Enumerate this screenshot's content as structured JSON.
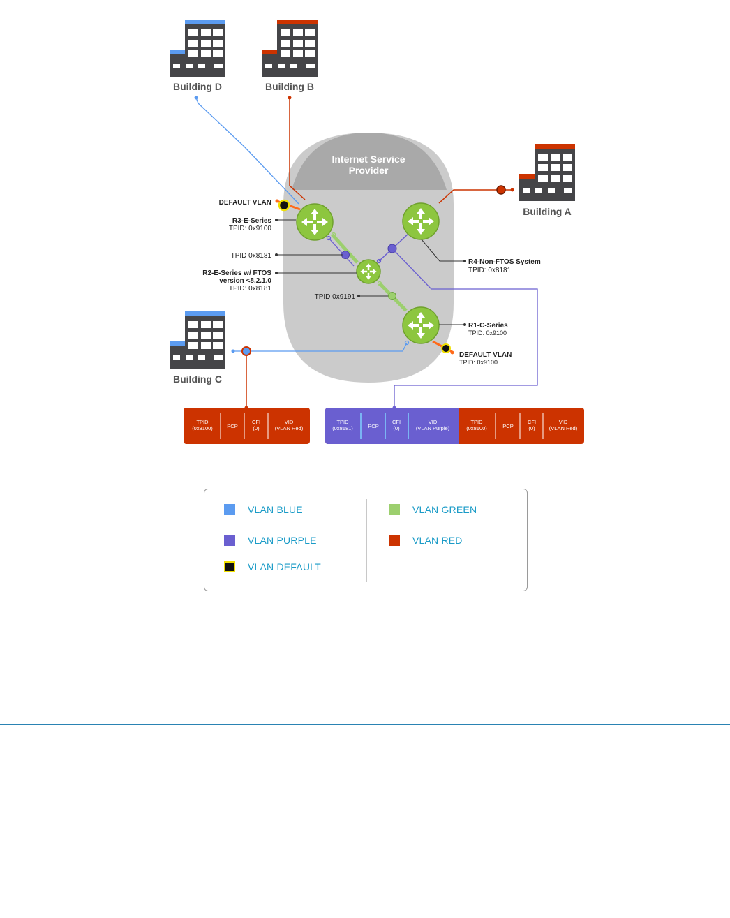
{
  "colors": {
    "blue": "#5b9bf0",
    "purple": "#6a5fd0",
    "green": "#9ccf6e",
    "red": "#cc3300",
    "default_fill": "#111111",
    "default_ring": "#f0e000",
    "building": "#454548",
    "cloud": "#cbcbcb",
    "router": "#8dc63f",
    "legend_text": "#1a9bc7"
  },
  "buildings": [
    {
      "id": "D",
      "label": "Building D",
      "roof": "blue"
    },
    {
      "id": "B",
      "label": "Building B",
      "roof": "red"
    },
    {
      "id": "A",
      "label": "Building A",
      "roof": "red"
    },
    {
      "id": "C",
      "label": "Building C",
      "roof": "blue"
    }
  ],
  "cloud": {
    "line1": "Internet Service",
    "line2": "Provider"
  },
  "routers": {
    "r3": {
      "name": "R3-E-Series",
      "tpid": "TPID: 0x9100",
      "default_vlan": "DEFAULT VLAN"
    },
    "r2": {
      "name_line1": "R2-E-Series w/ FTOS",
      "name_line2": "version <8.2.1.0",
      "tpid": "TPID: 0x8181"
    },
    "r4": {
      "name": "R4-Non-FTOS System",
      "tpid": "TPID: 0x8181"
    },
    "r1": {
      "name": "R1-C-Series",
      "tpid": "TPID: 0x9100",
      "default_vlan": "DEFAULT VLAN",
      "default_tpid": "TPID: 0x9100"
    }
  },
  "link_labels": {
    "tpid_8181": "TPID 0x8181",
    "tpid_9191": "TPID 0x9191"
  },
  "frames": {
    "left": [
      {
        "line1": "TPID",
        "line2": "(0x8100)"
      },
      {
        "line1": "PCP",
        "line2": ""
      },
      {
        "line1": "CFI",
        "line2": "(0)"
      },
      {
        "line1": "VID",
        "line2": "(VLAN Red)"
      }
    ],
    "right_purple": [
      {
        "line1": "TPID",
        "line2": "(0x8181)"
      },
      {
        "line1": "PCP",
        "line2": ""
      },
      {
        "line1": "CFI",
        "line2": "(0)"
      },
      {
        "line1": "VID",
        "line2": "(VLAN Purple)"
      }
    ],
    "right_red": [
      {
        "line1": "TPID",
        "line2": "(0x8100)"
      },
      {
        "line1": "PCP",
        "line2": ""
      },
      {
        "line1": "CFI",
        "line2": "(0)"
      },
      {
        "line1": "VID",
        "line2": "(VLAN Red)"
      }
    ]
  },
  "legend": {
    "blue": "VLAN BLUE",
    "purple": "VLAN PURPLE",
    "default": "VLAN DEFAULT",
    "green": "VLAN GREEN",
    "red": "VLAN RED"
  }
}
